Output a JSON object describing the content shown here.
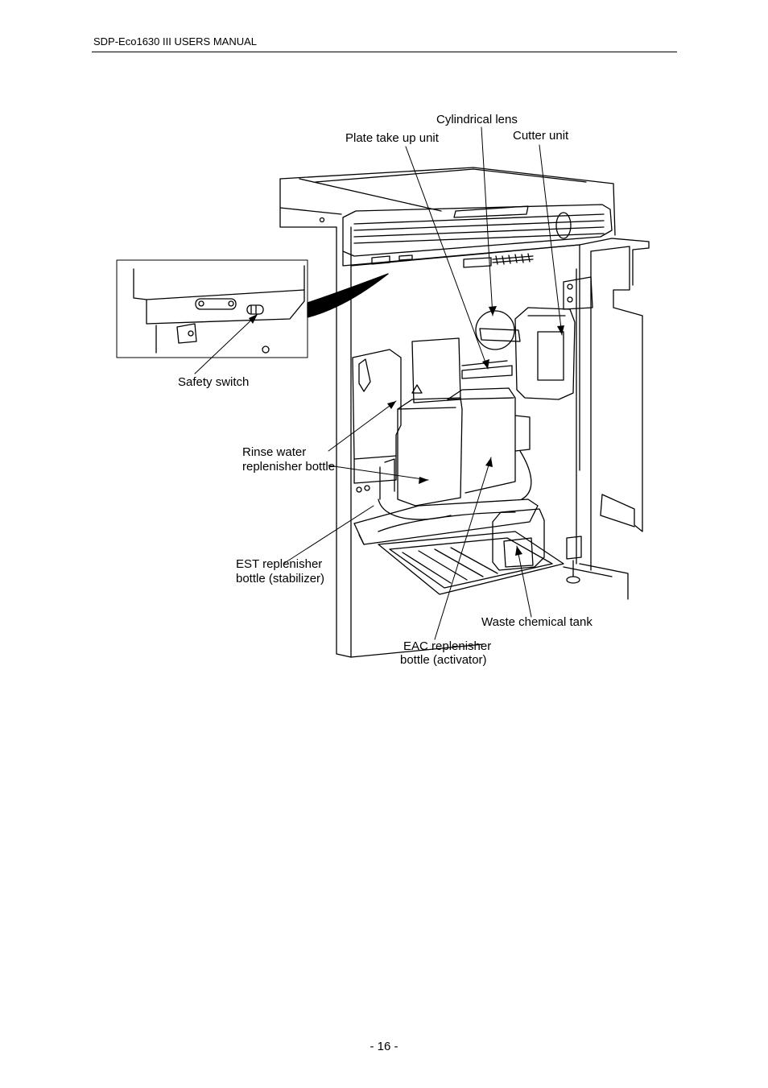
{
  "header": {
    "title": "SDP-Eco1630 III USERS MANUAL"
  },
  "figure": {
    "labels": {
      "cylindrical_lens": "Cylindrical lens",
      "plate_take_up_unit": "Plate take up unit",
      "cutter_unit": "Cutter unit",
      "safety_switch": "Safety switch",
      "rinse_water_line1": "Rinse water",
      "rinse_water_line2": "replenisher bottle",
      "est_line1": "EST replenisher",
      "est_line2": "bottle (stabilizer)",
      "waste_tank": "Waste chemical tank",
      "eac_line1": "EAC replenisher",
      "eac_line2": "bottle (activator)"
    }
  },
  "footer": {
    "page_number": "- 16 -"
  }
}
